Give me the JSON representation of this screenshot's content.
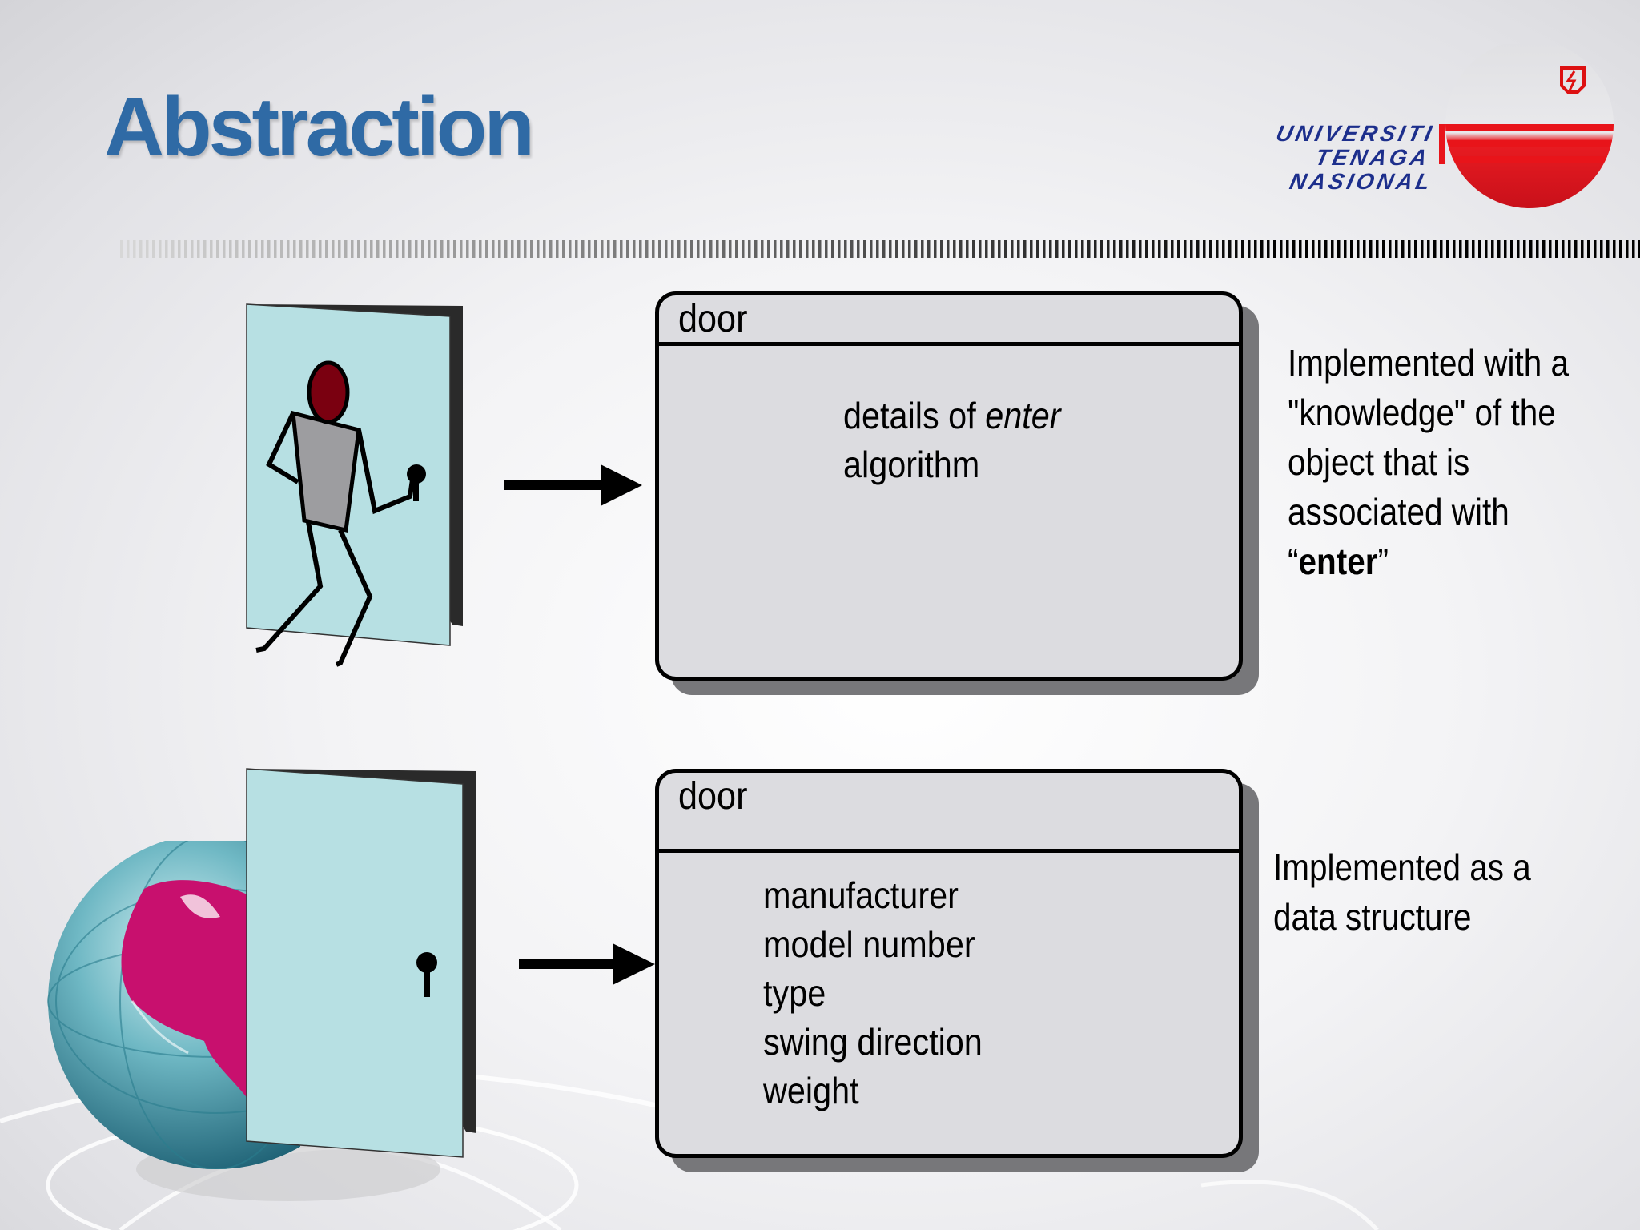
{
  "slide": {
    "title": "Abstraction"
  },
  "logo": {
    "line1": "UNIVERSITI",
    "line2": "TENAGA",
    "line3": "NASIONAL"
  },
  "top_section": {
    "box_title": "door",
    "lines": {
      "line1_prefix": "details of ",
      "line1_em": "enter",
      "line2": "algorithm"
    },
    "note": {
      "line1": "Implemented with a",
      "line2": "\"knowledge\" of the",
      "line3": "object that is",
      "line4": "associated with",
      "line5_open": "“",
      "line5_bold": "enter",
      "line5_close": "”"
    }
  },
  "bottom_section": {
    "box_title": "door",
    "attributes": [
      "manufacturer",
      "model number",
      "type",
      "swing direction",
      "weight"
    ],
    "note": {
      "line1": "Implemented as a",
      "line2": "data structure"
    }
  },
  "colors": {
    "title": "#2f6aa5",
    "door": "#b7e0e3",
    "box_fill": "#dcdce0",
    "head": "#7a0010",
    "logo_red": "#e8141a",
    "logo_blue": "#1d2f8c"
  }
}
